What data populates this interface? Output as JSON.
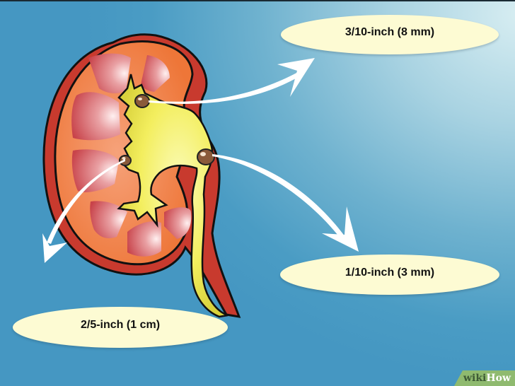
{
  "diagram": {
    "subject": "Kidney cross-section with kidney stones",
    "labels": [
      {
        "id": "top",
        "text": "3/10-inch (8 mm)"
      },
      {
        "id": "right",
        "text": "1/10-inch (3 mm)"
      },
      {
        "id": "left",
        "text": "2/5-inch (1 cm)"
      }
    ],
    "stones": [
      {
        "location": "upper calyx",
        "points_to": "3/10-inch (8 mm)"
      },
      {
        "location": "ureter junction",
        "points_to": "1/10-inch (3 mm)"
      },
      {
        "location": "middle calyx",
        "points_to": "2/5-inch (1 cm)"
      }
    ]
  },
  "watermark": {
    "part1": "wiki",
    "part2": "How"
  },
  "colors": {
    "background": "#4597c2",
    "background_highlight": "#d8eef2",
    "label_fill": "#fdfbd3",
    "kidney_cortex": "#f07a3c",
    "kidney_capsule": "#c83a2e",
    "medulla": "#c94448",
    "pelvis": "#f4f06a",
    "pelvis_outline": "#a8a82a",
    "stone": "#8a5a3a",
    "arrow": "#ffffff"
  }
}
